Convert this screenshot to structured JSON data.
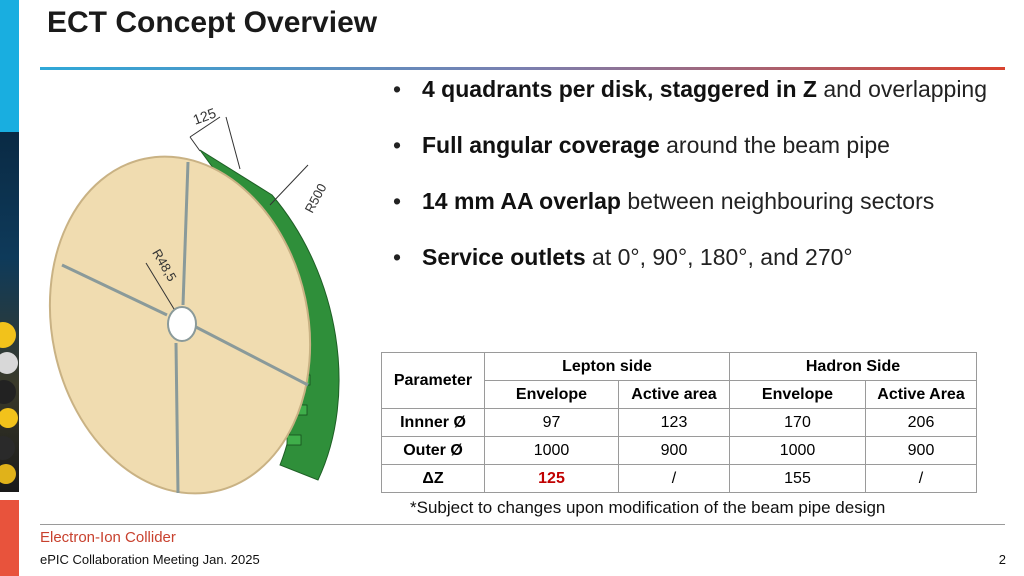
{
  "header": {
    "title": "ECT Concept Overview"
  },
  "figure": {
    "dim_125": "125",
    "dim_r500": "R500",
    "dim_r48": "R48,5"
  },
  "bullets": [
    {
      "bold": "4 quadrants per disk, staggered in Z",
      "rest": " and overlapping"
    },
    {
      "bold": "Full angular coverage",
      "rest": " around the beam pipe"
    },
    {
      "bold": "14 mm AA overlap",
      "rest": " between neighbouring sectors"
    },
    {
      "bold": "Service outlets",
      "rest": " at 0°, 90°, 180°, and 270°"
    }
  ],
  "table": {
    "parameter_header": "Parameter",
    "lepton_header": "Lepton side",
    "hadron_header": "Hadron Side",
    "sub_headers": [
      "Envelope",
      "Active area",
      "Envelope",
      "Active Area"
    ],
    "rows": [
      {
        "label": "Innner Ø",
        "values": [
          "97",
          "123",
          "170",
          "206"
        ]
      },
      {
        "label": "Outer Ø",
        "values": [
          "1000",
          "900",
          "1000",
          "900"
        ]
      },
      {
        "label": "ΔZ",
        "values": [
          "125",
          "/",
          "155",
          "/"
        ]
      }
    ]
  },
  "footnote": "*Subject to changes upon modification of the beam pipe design",
  "footer": {
    "brand": "Electron-Ion Collider",
    "meeting": "ePIC Collaboration Meeting Jan. 2025",
    "page": "2"
  },
  "colors": {
    "accent_blue": "#19aee0",
    "accent_red": "#d9432f",
    "highlight_red": "#c00000"
  }
}
